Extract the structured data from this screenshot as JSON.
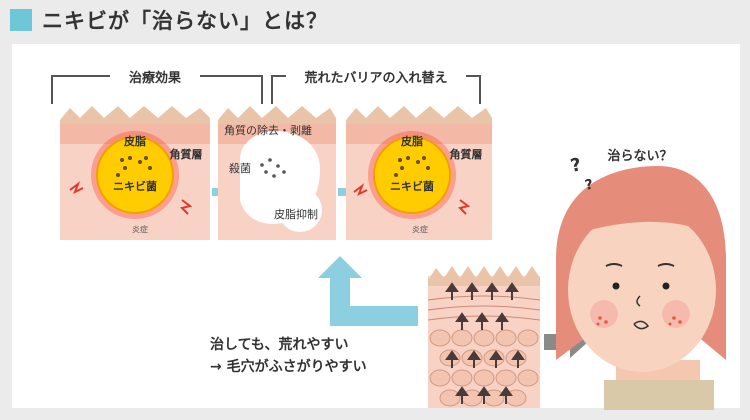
{
  "header": {
    "title": "ニキビが「治らない」とは？"
  },
  "brackets": {
    "treatment": "治療効果",
    "rough_barrier": "荒れたバリアの入れ替え"
  },
  "panel1": {
    "label_top": "皮脂",
    "label_mid": "ニキビ菌",
    "label_right": "角質層",
    "label_bottom": "炎症"
  },
  "panel2": {
    "label_top": "角質の除去・剥離",
    "label_left": "殺菌",
    "label_bottom": "皮脂抑制"
  },
  "panel3": {
    "label_top": "皮脂",
    "label_mid": "ニキビ菌",
    "label_right": "角質層",
    "label_bottom": "炎症"
  },
  "girl": {
    "speech": "治らない？",
    "question_marks": "?"
  },
  "caption": {
    "line1": "治しても、荒れやすい",
    "line2": "→ 毛穴がふさがりやすい"
  },
  "colors": {
    "accent": "#6ec6d9",
    "skin": "#f5c6b8",
    "pimple": "#ffcc00",
    "arrow": "#8ccfe0",
    "hair": "#e58c7a"
  }
}
